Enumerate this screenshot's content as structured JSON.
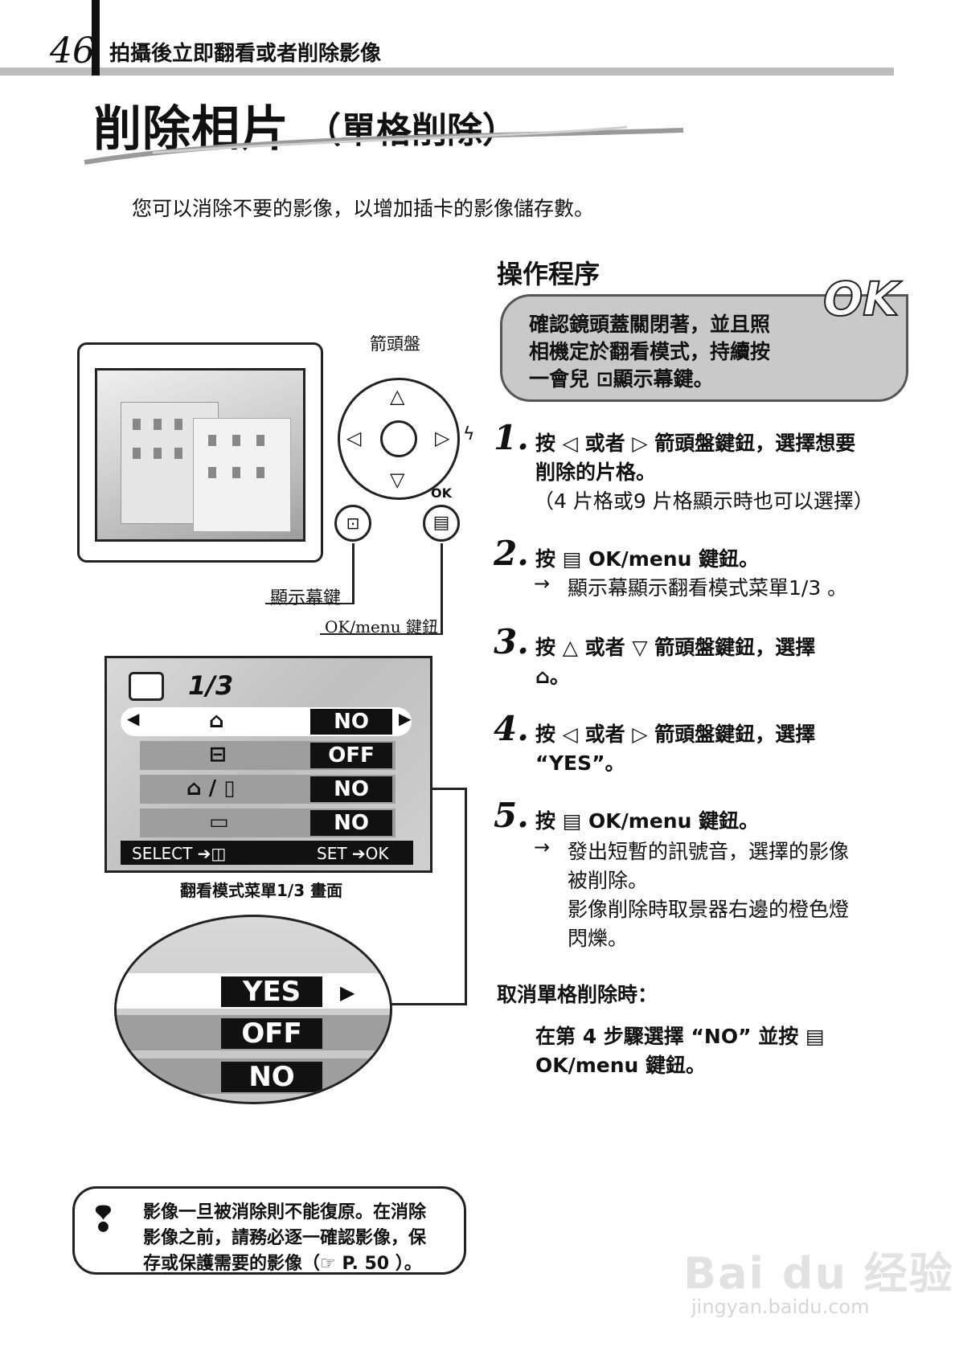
{
  "header": {
    "page_number": "46",
    "section_title": "拍攝後立即翻看或者削除影像"
  },
  "title": {
    "main": "削除相片",
    "sub": "（單格削除）"
  },
  "intro": "您可以消除不要的影像，以增加插卡的影像儲存數。",
  "procedure": {
    "heading": "操作程序",
    "ok_logo": "OK",
    "precondition": [
      "確認鏡頭蓋關閉著，並且照",
      "相機定於翻看模式，持續按",
      "一會兒 ⊡顯示幕鍵。"
    ]
  },
  "steps": [
    {
      "num": "1.",
      "lines": [
        "按 ◁ 或者 ▷ 箭頭盤鍵鈕，選擇想要",
        "削除的片格。"
      ],
      "note": "（4 片格或9 片格顯示時也可以選擇）"
    },
    {
      "num": "2.",
      "lines": [
        "按 ▤ OK/menu 鍵鈕。"
      ],
      "arrow": "→",
      "result": [
        "顯示幕顯示翻看模式菜單1/3 。"
      ]
    },
    {
      "num": "3.",
      "lines": [
        "按 △ 或者 ▽ 箭頭盤鍵鈕，選擇",
        "⌂。"
      ]
    },
    {
      "num": "4.",
      "lines": [
        "按 ◁ 或者 ▷ 箭頭盤鍵鈕，選擇",
        "“YES”。"
      ]
    },
    {
      "num": "5.",
      "lines": [
        "按 ▤ OK/menu 鍵鈕。"
      ],
      "arrow": "→",
      "result": [
        "發出短暫的訊號音，選擇的影像",
        "被削除。",
        "影像削除時取景器右邊的橙色燈",
        "閃爍。"
      ]
    }
  ],
  "cancel": {
    "heading": "取消單格削除時：",
    "lines": [
      "在第 4 步驟選擇 “NO” 並按 ▤",
      "OK/menu 鍵鈕。"
    ]
  },
  "camera": {
    "dpad_label": "箭頭盤",
    "ok_label": "OK",
    "display_key_label": "顯示幕鍵",
    "ok_menu_label": "OK/menu 鍵鈕"
  },
  "menu": {
    "page": "1/3",
    "rows": [
      {
        "icon": "⌂",
        "value": "NO"
      },
      {
        "icon": "⊟",
        "value": "OFF"
      },
      {
        "icon": "⌂ / ▯",
        "value": "NO"
      },
      {
        "icon": "▭",
        "value": "NO"
      }
    ],
    "footer_left": "SELECT ➔◫",
    "footer_right": "SET ➔OK",
    "caption": "翻看模式菜單1/3 畫面"
  },
  "zoom": {
    "values": [
      "YES",
      "OFF",
      "NO"
    ],
    "arrow": "▶"
  },
  "warning": [
    "影像一旦被消除則不能復原。在消除",
    "影像之前，請務必逐一確認影像，保",
    "存或保護需要的影像（☞ P. 50 ）。"
  ],
  "watermark": {
    "brand": "Bai du 经验",
    "url": "jingyan.baidu.com"
  }
}
